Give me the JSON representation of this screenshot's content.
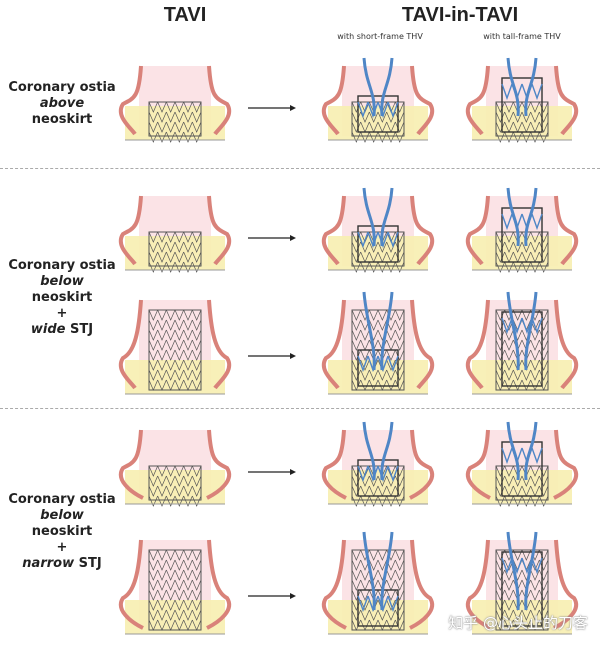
{
  "headers": {
    "tavi": "TAVI",
    "tavi_in_tavi": "TAVI-in-TAVI"
  },
  "subheaders": {
    "short": "with short-frame THV",
    "tall": "with tall-frame THV"
  },
  "groups": [
    {
      "lines": [
        {
          "t": "Coronary ostia"
        },
        {
          "t": "above",
          "i": true
        },
        {
          "t": "neoskirt"
        }
      ]
    },
    {
      "lines": [
        {
          "t": "Coronary ostia"
        },
        {
          "t": "below",
          "i": true
        },
        {
          "t": "neoskirt"
        },
        {
          "t": "+"
        },
        {
          "t": "wide",
          "i": true,
          "rest": " STJ"
        }
      ]
    },
    {
      "lines": [
        {
          "t": "Coronary ostia"
        },
        {
          "t": "below",
          "i": true
        },
        {
          "t": "neoskirt"
        },
        {
          "t": "+"
        },
        {
          "t": "narrow",
          "i": true,
          "rest": " STJ"
        }
      ]
    }
  ],
  "watermark": "知乎 @心头止的刀客",
  "colors": {
    "aorta": "#d9827a",
    "lumen": "#fbe3e6",
    "annulus": "#f7eeb0",
    "frame": "#555555",
    "coronary": "#4f86c6",
    "arrow": "#222222"
  }
}
